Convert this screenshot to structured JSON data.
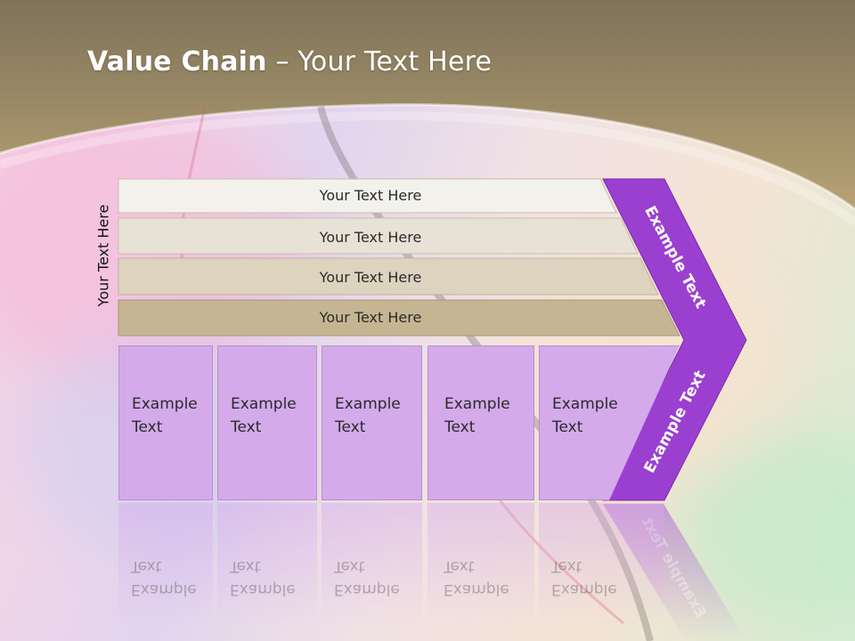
{
  "slide": {
    "title_bold": "Value Chain",
    "title_rest": " – Your Text Here",
    "vertical_label": "Your Text Here"
  },
  "bars": [
    {
      "label": "Your Text Here",
      "color": "#f3f1ec"
    },
    {
      "label": "Your Text Here",
      "color": "#e8e2d6"
    },
    {
      "label": "Your Text Here",
      "color": "#ddd3bf"
    },
    {
      "label": "Your Text Here",
      "color": "#c6b593"
    }
  ],
  "boxes": [
    {
      "line1": "Example",
      "line2": "Text"
    },
    {
      "line1": "Example",
      "line2": "Text"
    },
    {
      "line1": "Example",
      "line2": "Text"
    },
    {
      "line1": "Example",
      "line2": "Text"
    },
    {
      "line1": "Example",
      "line2": "Text"
    }
  ],
  "chevron": {
    "upper_label": "Example Text",
    "lower_label": "Example Text",
    "color": "#9b3fd0"
  },
  "colors": {
    "header_band": "#a8946a",
    "box_fill": "#d4aaeb"
  }
}
